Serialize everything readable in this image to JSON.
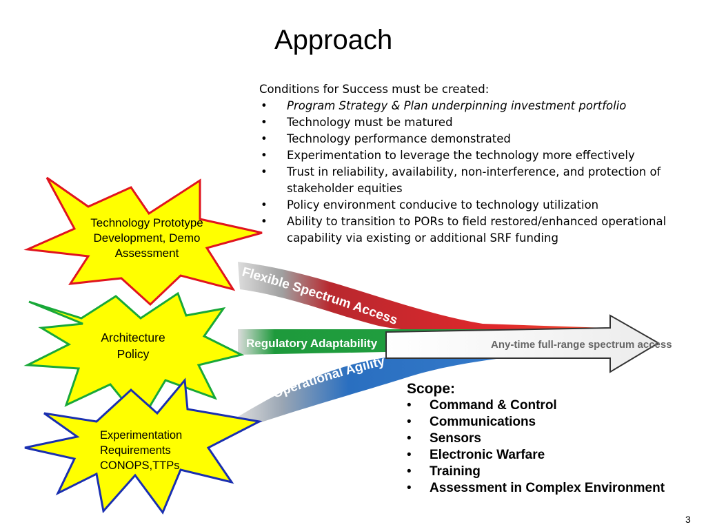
{
  "title": "Approach",
  "conditions": {
    "heading": "Conditions for Success must be created:",
    "items": [
      "Program  Strategy & Plan underpinning investment portfolio",
      "Technology must be matured",
      "Technology performance demonstrated",
      "Experimentation to leverage the technology more effectively",
      "Trust in reliability, availability, non-interference, and protection of stakeholder equities",
      "Policy environment conducive to technology utilization",
      "Ability to transition to PORs to field  restored/enhanced operational capability via existing or additional SRF funding"
    ]
  },
  "stars": [
    {
      "line1": "Technology Prototype",
      "line2": "Development, Demo",
      "line3": "Assessment",
      "fill": "#ffff00",
      "stroke": "#e0141e"
    },
    {
      "line1": "Architecture",
      "line2": "Policy",
      "fill": "#ffff00",
      "stroke": "#18a838"
    },
    {
      "line1": "Experimentation",
      "line2": "Requirements",
      "line3": "CONOPS,TTPs",
      "fill": "#ffff00",
      "stroke": "#1a2fb0"
    }
  ],
  "arrows": {
    "flexible": "Flexible Spectrum Access",
    "regulatory": "Regulatory Adaptability",
    "operational": "Operational Agility",
    "result": "Any-time full-range spectrum access",
    "colors": {
      "red": "#d9232a",
      "green": "#1e9a3c",
      "blue": "#2a6fc0"
    }
  },
  "scope": {
    "heading": "Scope:",
    "items": [
      "Command & Control",
      "Communications",
      "Sensors",
      "Electronic Warfare",
      "Training",
      "Assessment in Complex Environment"
    ]
  },
  "page_number": "3"
}
